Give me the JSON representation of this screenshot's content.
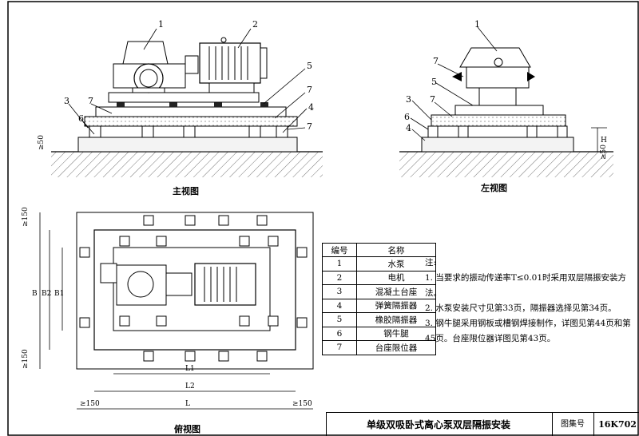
{
  "front_view": {
    "title": "主视图",
    "callouts": [
      "1",
      "2",
      "3",
      "7",
      "5",
      "7",
      "4",
      "6",
      "7"
    ],
    "dim_50": "≥50"
  },
  "side_view": {
    "title": "左视图",
    "callouts": [
      "1",
      "7",
      "5",
      "3",
      "7",
      "6",
      "4"
    ],
    "dim_h": "H",
    "dim_50": "≥50"
  },
  "top_view": {
    "title": "俯视图",
    "dims": {
      "b": "B",
      "b1": "B1",
      "b2": "B2",
      "v150_top": "≥150",
      "v150_bottom": "≥150",
      "l1": "L1",
      "l2": "L2",
      "l": "L",
      "h150_left": "≥150",
      "h150_right": "≥150"
    }
  },
  "legend": {
    "header_no": "编号",
    "header_name": "名称",
    "rows": [
      {
        "no": "1",
        "name": "水泵"
      },
      {
        "no": "2",
        "name": "电机"
      },
      {
        "no": "3",
        "name": "混凝土台座"
      },
      {
        "no": "4",
        "name": "弹簧隔振器"
      },
      {
        "no": "5",
        "name": "橡胶隔振器"
      },
      {
        "no": "6",
        "name": "钢牛腿"
      },
      {
        "no": "7",
        "name": "台座限位器"
      }
    ]
  },
  "notes": {
    "heading": "注:",
    "items": [
      "1. 当要求的振动传递率T≤0.01时采用双层隔振安装方法。",
      "2. 水泵安装尺寸见第33页，隔振器选择见第34页。",
      "3. 钢牛腿采用钢板或槽钢焊接制作，详图见第44页和第45页。台座限位器详图见第43页。"
    ]
  },
  "title_block": {
    "title": "单级双吸卧式离心泵双层隔振安装",
    "atlas_label": "图集号",
    "atlas_no": "16K702"
  }
}
